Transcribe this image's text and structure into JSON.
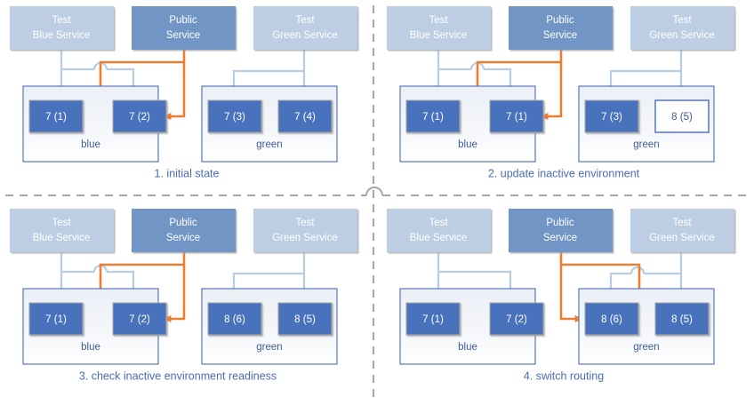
{
  "colors": {
    "test_service_fill": "#bdcee4",
    "public_service_fill": "#7architecture",
    "public_service_fill_hex": "#7195c4",
    "env_container_fill": "#f1f4f9",
    "env_container_stroke": "#4a6bb5",
    "node_fill": "#4a72bd",
    "node_stroke": "#a6a6a6",
    "node_inactive_fill": "#ffffff",
    "node_inactive_stroke": "#4a6bb5",
    "arrow_blue": "#b8cce4",
    "arrow_orange": "#ed7d31",
    "caption_text": "#4a6bb5",
    "divider": "#a6a6a6",
    "service_text": "#ffffff",
    "node_text": "#ffffff",
    "env_text": "#3f5c9c"
  },
  "services": {
    "test_blue": "Test\nBlue Service",
    "test_blue_line1": "Test",
    "test_blue_line2": "Blue Service",
    "public_line1": "Public",
    "public_line2": "Service",
    "test_green_line1": "Test",
    "test_green_line2": "Green Service"
  },
  "environments": {
    "blue": "blue",
    "green": "green"
  },
  "panels": [
    {
      "id": "panel-1",
      "caption": "1. initial state",
      "blue_nodes": [
        {
          "label": "7 (1)",
          "state": "active"
        },
        {
          "label": "7 (2)",
          "state": "active"
        }
      ],
      "green_nodes": [
        {
          "label": "7 (3)",
          "state": "active"
        },
        {
          "label": "7 (4)",
          "state": "active"
        }
      ],
      "public_routes_to": "blue",
      "test_blue_routes_to": "blue",
      "test_green_routes_to": "green"
    },
    {
      "id": "panel-2",
      "caption": "2. update inactive environment",
      "blue_nodes": [
        {
          "label": "7 (1)",
          "state": "active"
        },
        {
          "label": "7 (1)",
          "state": "active"
        }
      ],
      "green_nodes": [
        {
          "label": "7 (3)",
          "state": "active"
        },
        {
          "label": "8 (5)",
          "state": "inactive"
        }
      ],
      "public_routes_to": "blue",
      "test_blue_routes_to": "blue",
      "test_green_routes_to": "green"
    },
    {
      "id": "panel-3",
      "caption": "3. check inactive environment readiness",
      "blue_nodes": [
        {
          "label": "7 (1)",
          "state": "active"
        },
        {
          "label": "7 (2)",
          "state": "active"
        }
      ],
      "green_nodes": [
        {
          "label": "8 (6)",
          "state": "active"
        },
        {
          "label": "8 (5)",
          "state": "active"
        }
      ],
      "public_routes_to": "blue",
      "test_blue_routes_to": "blue",
      "test_green_routes_to": "green"
    },
    {
      "id": "panel-4",
      "caption": "4. switch routing",
      "blue_nodes": [
        {
          "label": "7 (1)",
          "state": "active"
        },
        {
          "label": "7 (2)",
          "state": "active"
        }
      ],
      "green_nodes": [
        {
          "label": "8 (6)",
          "state": "active"
        },
        {
          "label": "8 (5)",
          "state": "active"
        }
      ],
      "public_routes_to": "green",
      "test_blue_routes_to": "blue",
      "test_green_routes_to": "green"
    }
  ]
}
